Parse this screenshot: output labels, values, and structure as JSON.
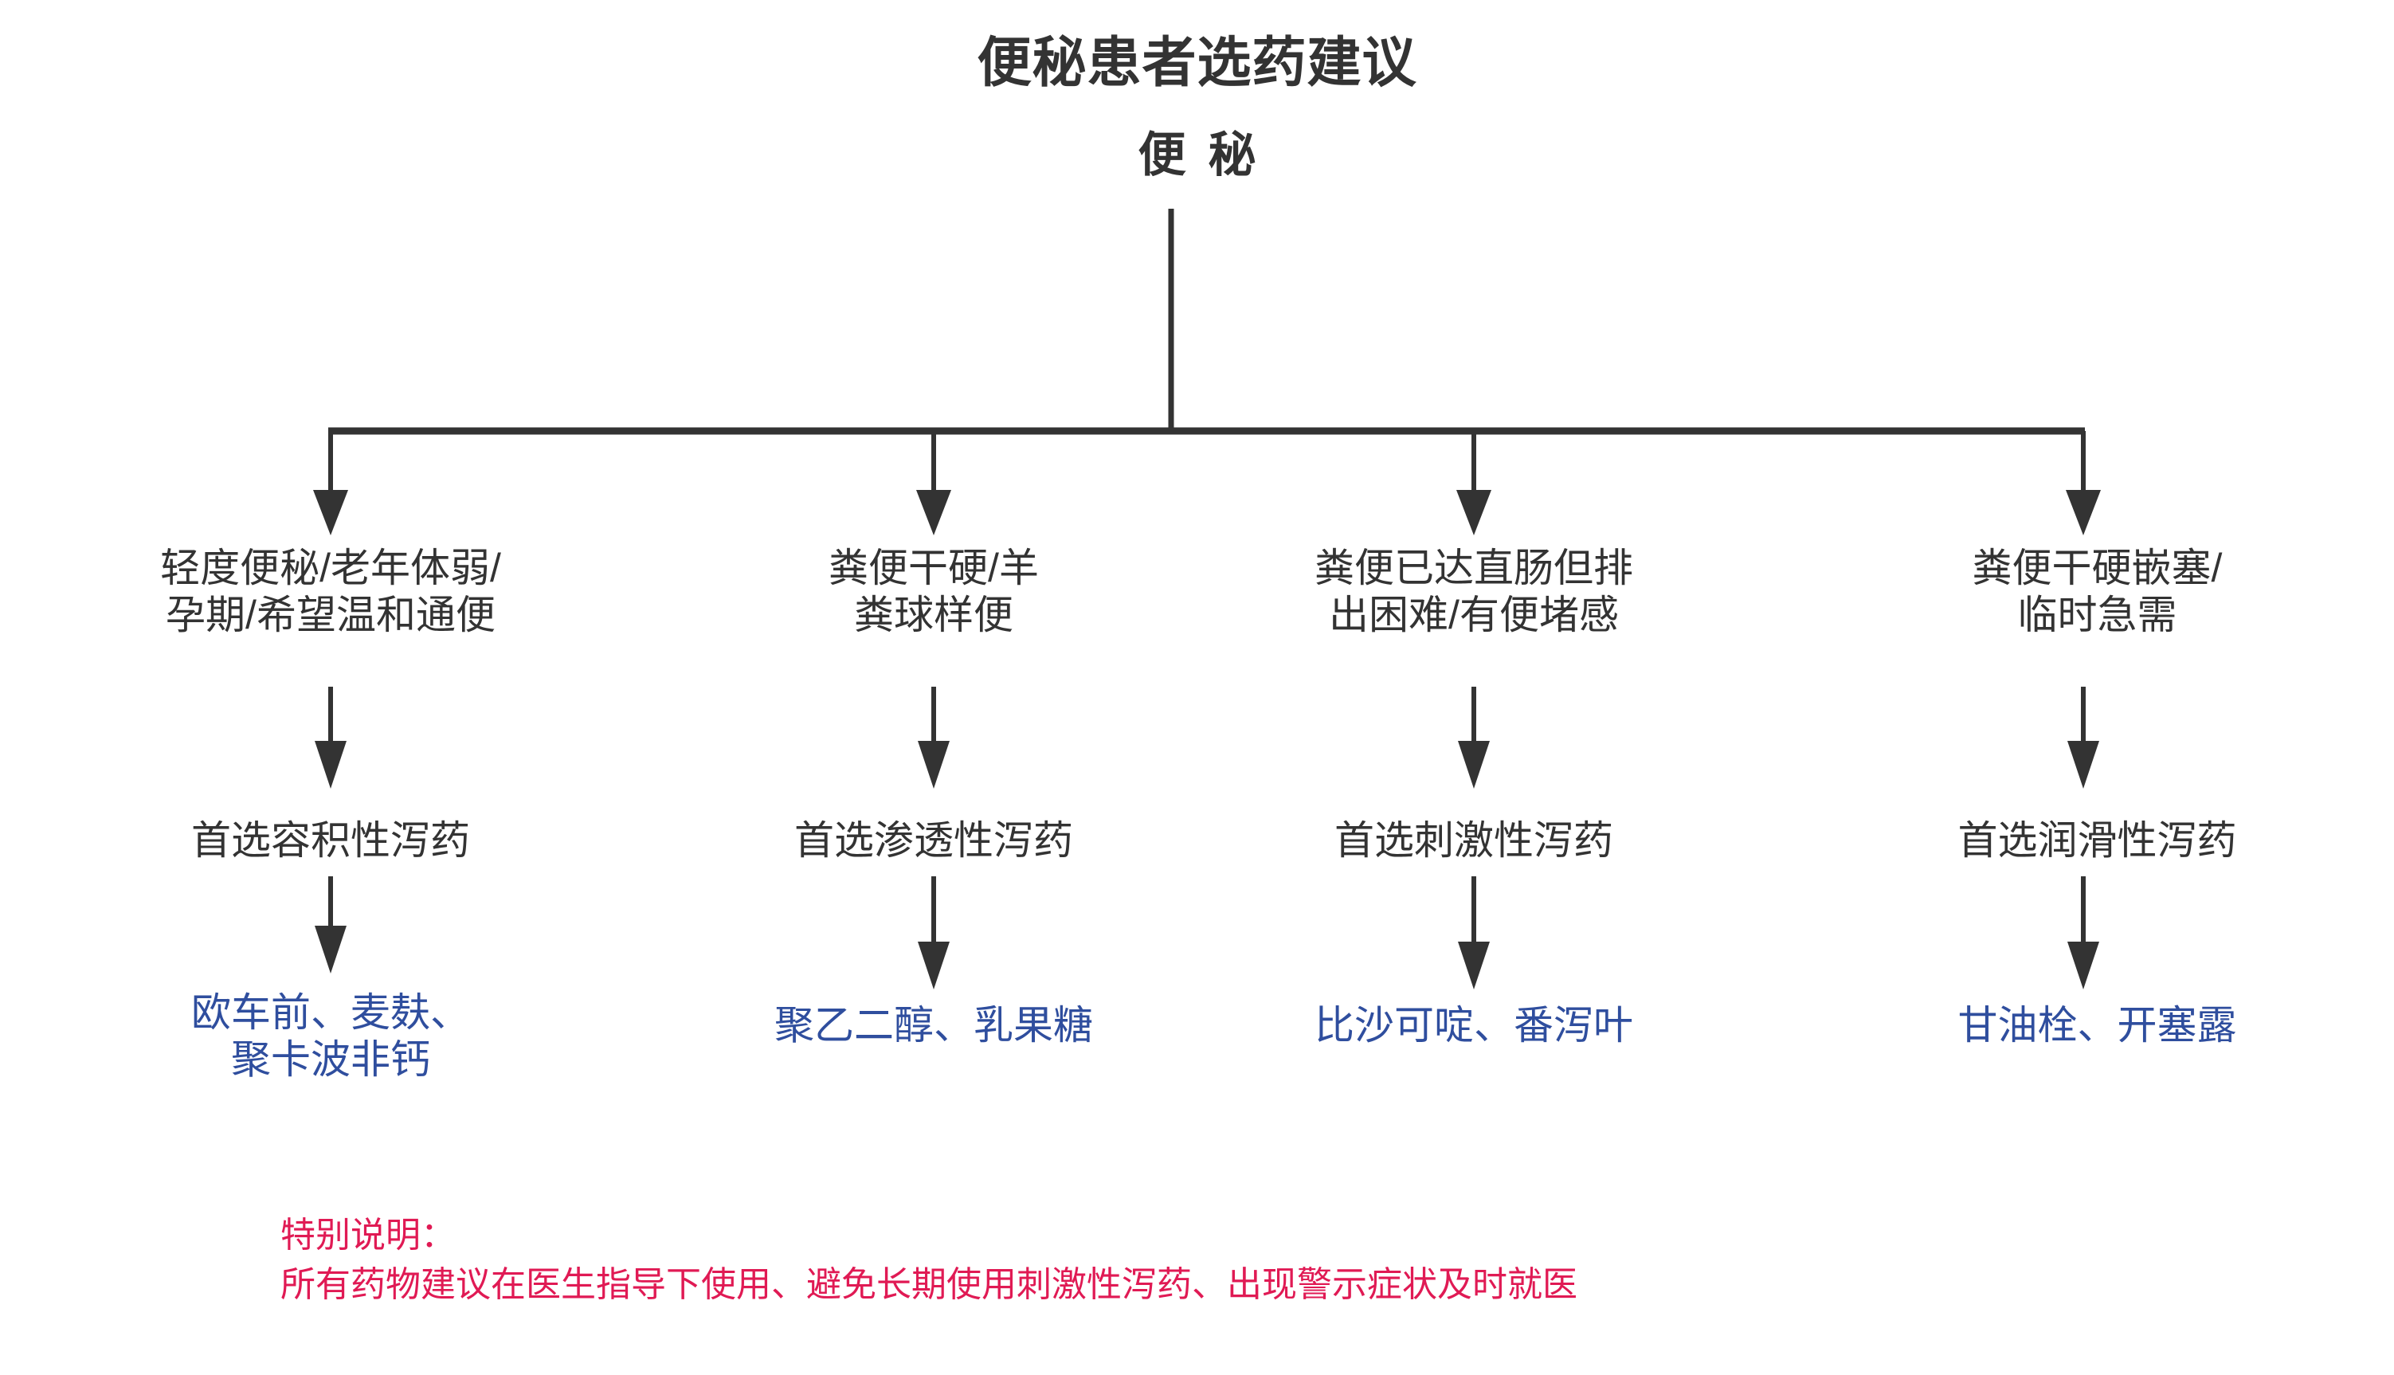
{
  "chart_data": {
    "type": "diagram",
    "title": "便秘患者选药建议",
    "root": "便 秘",
    "branch_count": 4,
    "levels": [
      "症状分型",
      "首选药物类别",
      "代表药物"
    ],
    "branches": [
      {
        "condition": [
          "轻度便秘/老年体弱/",
          "孕期/希望温和通便"
        ],
        "drug_class": "首选容积性泻药",
        "drugs": [
          "欧车前、麦麸、",
          "聚卡波非钙"
        ]
      },
      {
        "condition": [
          "粪便干硬/羊",
          "粪球样便"
        ],
        "drug_class": "首选渗透性泻药",
        "drugs": [
          "聚乙二醇、乳果糖"
        ]
      },
      {
        "condition": [
          "粪便已达直肠但排",
          "出困难/有便堵感"
        ],
        "drug_class": "首选刺激性泻药",
        "drugs": [
          "比沙可啶、番泻叶"
        ]
      },
      {
        "condition": [
          "粪便干硬嵌塞/",
          "临时急需"
        ],
        "drug_class": "首选润滑性泻药",
        "drugs": [
          "甘油栓、开塞露"
        ]
      }
    ],
    "note": {
      "heading": "特别说明：",
      "body": "所有药物建议在医生指导下使用、避免长期使用刺激性泻药、出现警示症状及时就医"
    },
    "colors": {
      "background": "#ffffff",
      "title": "#333333",
      "text": "#333333",
      "connector": "#333333",
      "drug": "#2f4e9e",
      "note": "#e01a54"
    }
  },
  "title": "便秘患者选药建议",
  "root": {
    "label_part1": "便",
    "label_part2": "秘"
  },
  "columns": [
    {
      "condition_line1": "轻度便秘/老年体弱/",
      "condition_line2": "孕期/希望温和通便",
      "drug_class": "首选容积性泻药",
      "drugs_line1": "欧车前、麦麸、",
      "drugs_line2": "聚卡波非钙"
    },
    {
      "condition_line1": "粪便干硬/羊",
      "condition_line2": "粪球样便",
      "drug_class": "首选渗透性泻药",
      "drugs_line1": "聚乙二醇、乳果糖",
      "drugs_line2": ""
    },
    {
      "condition_line1": "粪便已达直肠但排",
      "condition_line2": "出困难/有便堵感",
      "drug_class": "首选刺激性泻药",
      "drugs_line1": "比沙可啶、番泻叶",
      "drugs_line2": ""
    },
    {
      "condition_line1": "粪便干硬嵌塞/",
      "condition_line2": "临时急需",
      "drug_class": "首选润滑性泻药",
      "drugs_line1": "甘油栓、开塞露",
      "drugs_line2": ""
    }
  ],
  "note": {
    "heading": "特别说明：",
    "body": "所有药物建议在医生指导下使用、避免长期使用刺激性泻药、出现警示症状及时就医"
  }
}
